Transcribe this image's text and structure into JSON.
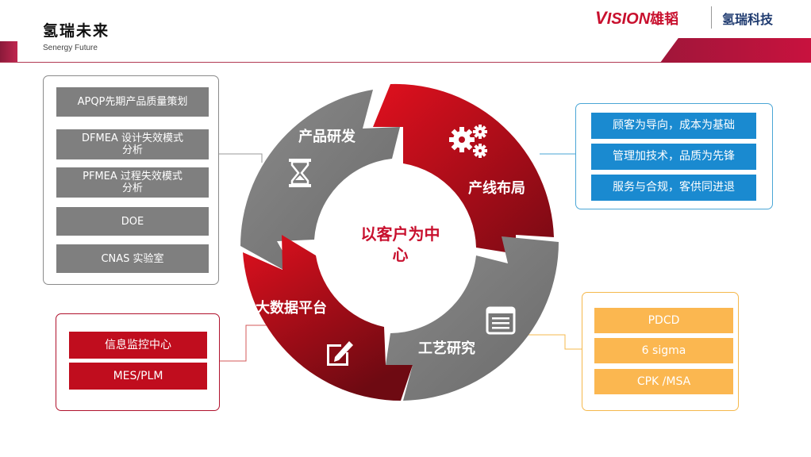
{
  "header": {
    "title": "氢瑞未来",
    "subtitle": "Senergy Future",
    "logo_vision_v": "V",
    "logo_vision_rest": "ISION",
    "logo_vision_cn": "雄韬",
    "logo_company": "氢瑞科技"
  },
  "center": {
    "line1": "以客户为中",
    "line2": "心"
  },
  "segments": {
    "rd": "产品研发",
    "line": "产线布局",
    "process": "工艺研究",
    "bigdata": "大数据平台"
  },
  "panel_rd": {
    "items": [
      {
        "line1": "APQP先期产品质量策划",
        "line2": ""
      },
      {
        "line1": "DFMEA 设计失效模式",
        "line2": "分析"
      },
      {
        "line1": "PFMEA 过程失效模式",
        "line2": "分析"
      },
      {
        "line1": "DOE",
        "line2": ""
      },
      {
        "line1": "CNAS 实验室",
        "line2": ""
      }
    ]
  },
  "panel_line": {
    "items": [
      "顾客为导向，成本为基础",
      "管理加技术，品质为先锋",
      "服务与合规，客供同进退"
    ]
  },
  "panel_bigdata": {
    "items": [
      "信息监控中心",
      "MES/PLM"
    ]
  },
  "panel_process": {
    "items": [
      "PDCD",
      "6 sigma",
      "CPK /MSA"
    ]
  },
  "colors": {
    "red": "#c8102e",
    "dark_red": "#7a0a14",
    "gray": "#7f7f7f",
    "blue": "#1a8ad0",
    "orange": "#fbb750"
  }
}
